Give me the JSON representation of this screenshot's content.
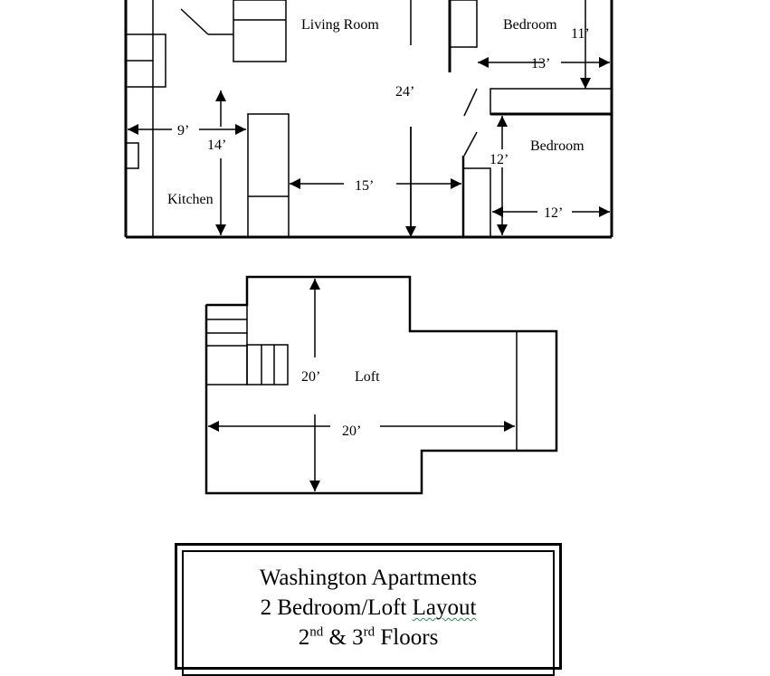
{
  "floor_plan": {
    "rooms": {
      "living_room": "Living Room",
      "bedroom_1": "Bedroom",
      "bedroom_2": "Bedroom",
      "kitchen": "Kitchen",
      "loft": "Loft"
    },
    "dimensions": {
      "bedroom1_height": "11’",
      "bedroom1_width": "13’",
      "living_height": "24’",
      "kitchen_width": "9’",
      "kitchen_height": "14’",
      "hall_width": "15’",
      "bedroom2_height": "12’",
      "bedroom2_width": "12’",
      "loft_height": "20’",
      "loft_width": "20’"
    }
  },
  "title_block": {
    "line1": "Washington Apartments",
    "line2_pre": "2 Bedroom/Loft ",
    "line2_word": "Layout",
    "line3_a": "2",
    "line3_a_sup": "nd",
    "line3_mid": " & 3",
    "line3_b_sup": "rd",
    "line3_end": " Floors"
  }
}
